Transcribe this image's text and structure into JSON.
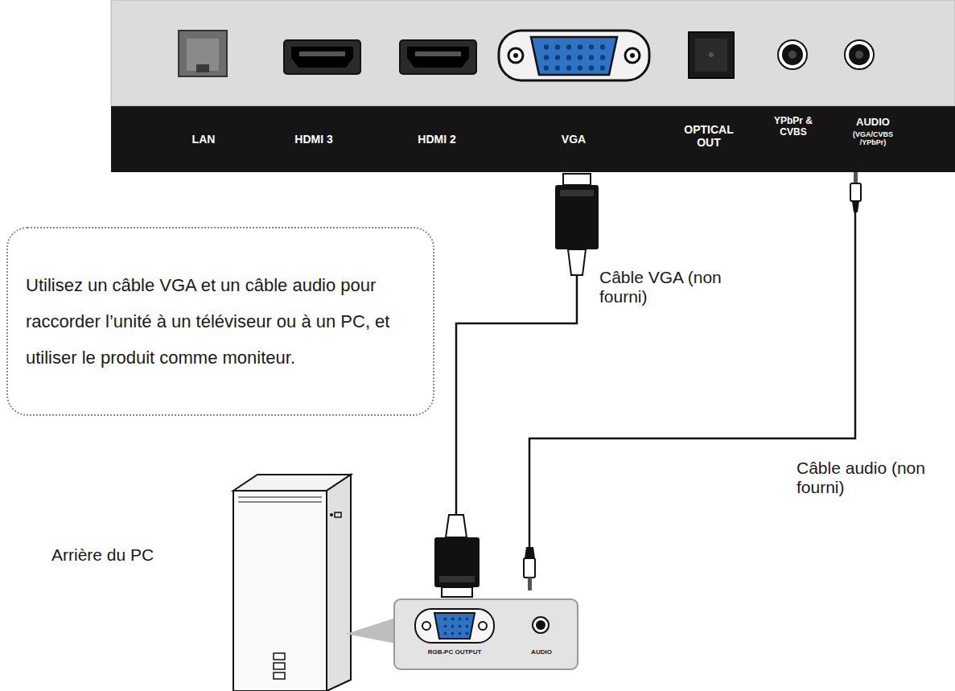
{
  "diagram": {
    "nodes": [
      {
        "text": [
          "Utilisez un câble VGA et un câble audio pour raccorder l’unité à un téléviseur ou à un PC, et utiliser le produit comme moniteur."
        ]
      }
    ],
    "labels": [
      "LAN",
      "HDMI 3",
      "HDMI 2",
      "VGA",
      "OPTICAL OUT",
      "YPbPr & CVBS",
      "AUDIO",
      "(VGA/CVBS /YPbPr)",
      "Câble VGA (non fourni)",
      "Câble audio (non fourni)",
      "Arrière du PC",
      "RGB-PC OUTPUT",
      "AUDIO"
    ]
  }
}
